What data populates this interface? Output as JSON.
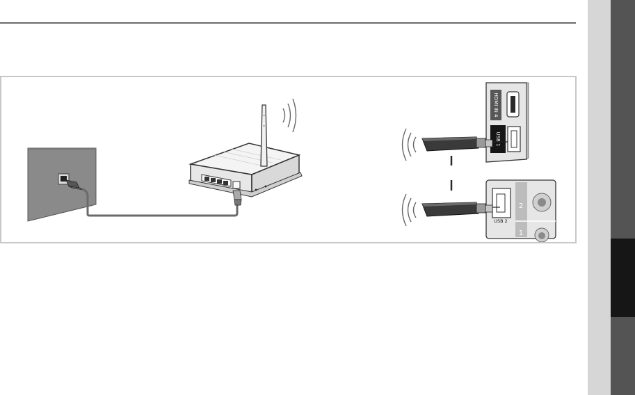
{
  "labels": {
    "hdmi_port": "HDMI IN 4",
    "usb_port_1": "USB 1",
    "usb_port_2": "USB 2",
    "av_number_2": "2",
    "av_number_1": "1"
  },
  "colors": {
    "frame_border": "#c7c7c7",
    "rule": "#6a6a6a",
    "sidebar_light": "#d6d6d6",
    "sidebar_dark": "#545454",
    "sidebar_active": "#161616",
    "adapter_body": "#3a3a3a"
  },
  "icons": [
    "wall-outlet",
    "ethernet-cable",
    "wireless-router",
    "wifi-signal-icon",
    "usb-wireless-adapter",
    "usb-port",
    "hdmi-port",
    "av-jack"
  ]
}
